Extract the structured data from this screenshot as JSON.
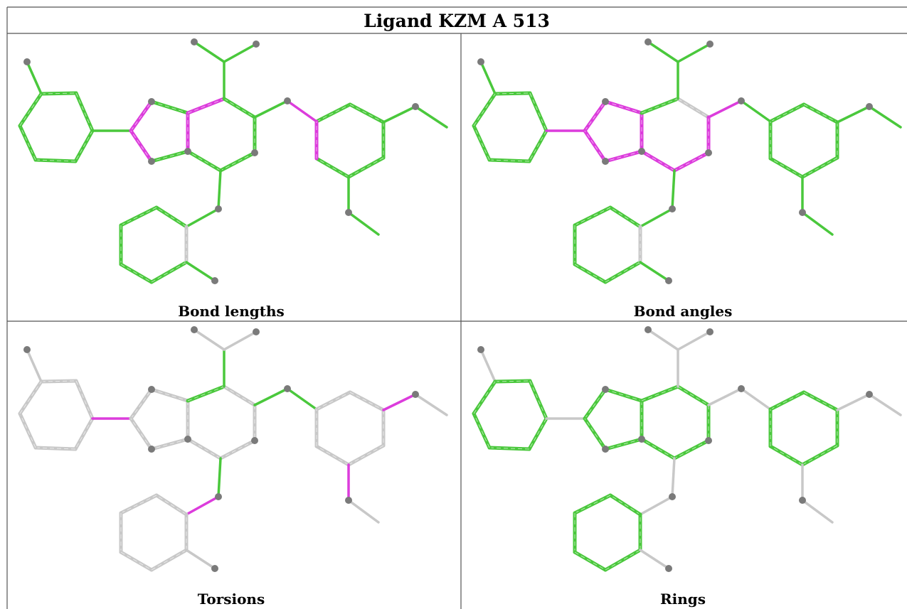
{
  "title": "Ligand KZM A 513",
  "panels": [
    {
      "caption": "Bond lengths"
    },
    {
      "caption": "Bond angles"
    },
    {
      "caption": "Torsions"
    },
    {
      "caption": "Rings"
    }
  ],
  "colors": {
    "ok": "#4ac83c",
    "outlier": "#dc3cdc",
    "neutral": "#c8c8c8",
    "atom": "#7a7a7a"
  }
}
